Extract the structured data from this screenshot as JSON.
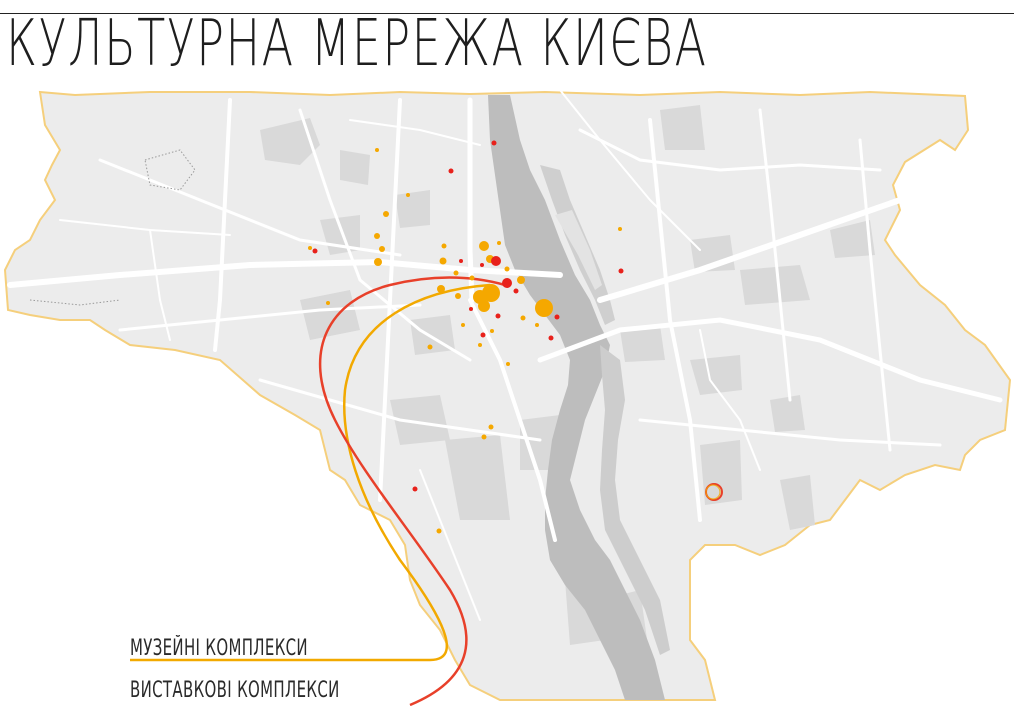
{
  "title": "КУЛЬТУРНА МЕРЕЖА КИЄВА",
  "legend": {
    "museums": "МУЗЕЙНІ КОМПЛЕКСИ",
    "exhibitions": "ВИСТАВКОВІ КОМПЛЕКСИ"
  },
  "colors": {
    "museum": "#f5a800",
    "exhibition": "#e8211b",
    "museum_line": "#f2a900",
    "exhibition_line": "#e8402a",
    "city_fill": "#ececec",
    "city_border": "#f7d486",
    "river": "#bdbdbd",
    "streets": "#ffffff"
  }
}
